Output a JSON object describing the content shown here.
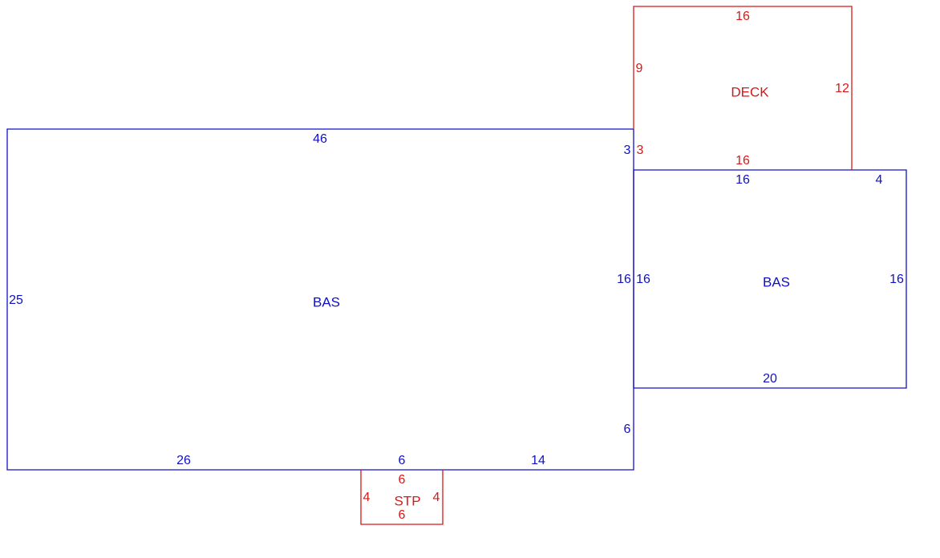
{
  "colors": {
    "living": "#1010c8",
    "exterior": "#d81818"
  },
  "areas": {
    "bas_main": {
      "label": "BAS",
      "top": "46",
      "left": "25",
      "bottom_left": "26",
      "bottom_mid": "6",
      "bottom_right": "14",
      "right_upper": "3",
      "right_mid": "16",
      "right_lower": "6"
    },
    "bas_wing": {
      "label": "BAS",
      "top": "16",
      "top_right": "4",
      "left": "16",
      "right": "16",
      "bottom": "20"
    },
    "deck": {
      "label": "DECK",
      "top": "16",
      "left_upper": "9",
      "left_lower": "3",
      "right": "12",
      "bottom": "16"
    },
    "stoop": {
      "label": "STP",
      "top": "6",
      "bottom": "6",
      "left": "4",
      "right": "4"
    }
  }
}
